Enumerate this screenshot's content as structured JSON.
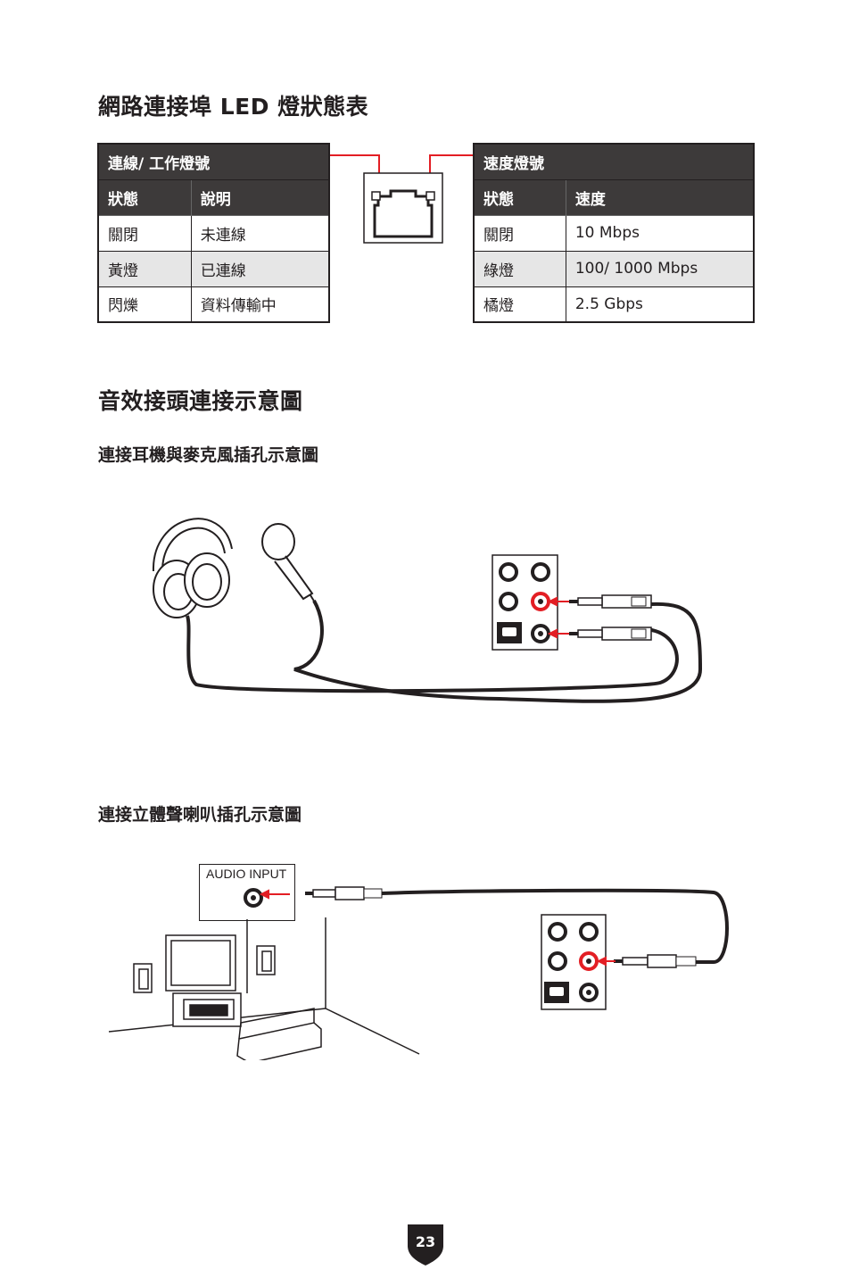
{
  "led_section": {
    "title": "網路連接埠 LED 燈狀態表",
    "link_table": {
      "title": "連線/ 工作燈號",
      "headers": [
        "狀態",
        "說明"
      ],
      "rows": [
        [
          "關閉",
          "未連線"
        ],
        [
          "黃燈",
          "已連線"
        ],
        [
          "閃爍",
          "資料傳輸中"
        ]
      ]
    },
    "speed_table": {
      "title": "速度燈號",
      "headers": [
        "狀態",
        "速度"
      ],
      "rows": [
        [
          "關閉",
          "10 Mbps"
        ],
        [
          "綠燈",
          "100/ 1000 Mbps"
        ],
        [
          "橘燈",
          "2.5 Gbps"
        ]
      ]
    }
  },
  "audio_section": {
    "title": "音效接頭連接示意圖",
    "headphone_mic": {
      "subtitle": "連接耳機與麥克風插孔示意圖"
    },
    "speakers": {
      "subtitle": "連接立體聲喇叭插孔示意圖",
      "audio_input_label": "AUDIO INPUT"
    }
  },
  "page_number": "23",
  "colors": {
    "accent_red": "#e31e24",
    "dark_header": "#3d3a3a",
    "shade": "#e6e6e6"
  }
}
